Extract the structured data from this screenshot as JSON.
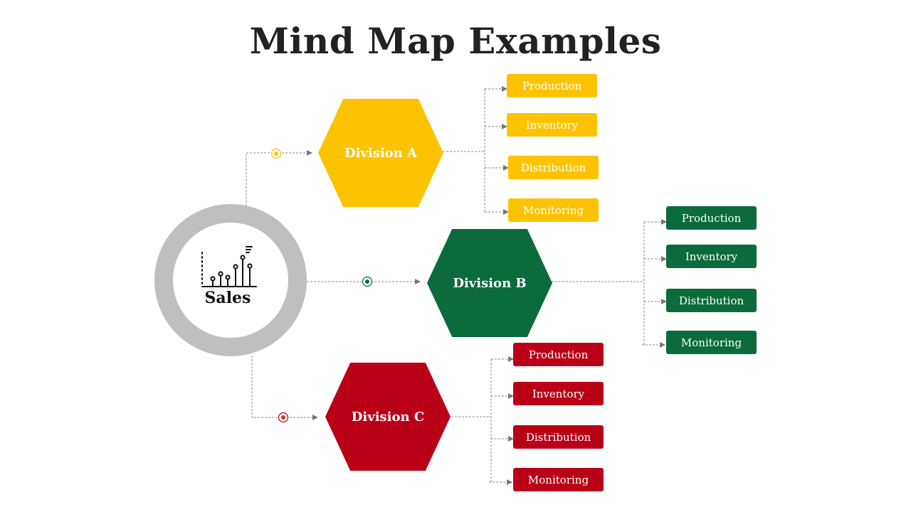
{
  "title": "Mind Map Examples",
  "center": {
    "label": "Sales",
    "icon": "bar-chart-icon"
  },
  "colors": {
    "division_a": "#FDC300",
    "division_b": "#0B6B3C",
    "division_c": "#BA0017",
    "ring": "#BFBFBF",
    "connector": "#777777"
  },
  "divisions": [
    {
      "label": "Division A",
      "items": [
        "Production",
        "Inventory",
        "Distribution",
        "Monitoring"
      ]
    },
    {
      "label": "Division B",
      "items": [
        "Production",
        "Inventory",
        "Distribution",
        "Monitoring"
      ]
    },
    {
      "label": "Division C",
      "items": [
        "Production",
        "Inventory",
        "Distribution",
        "Monitoring"
      ]
    }
  ]
}
